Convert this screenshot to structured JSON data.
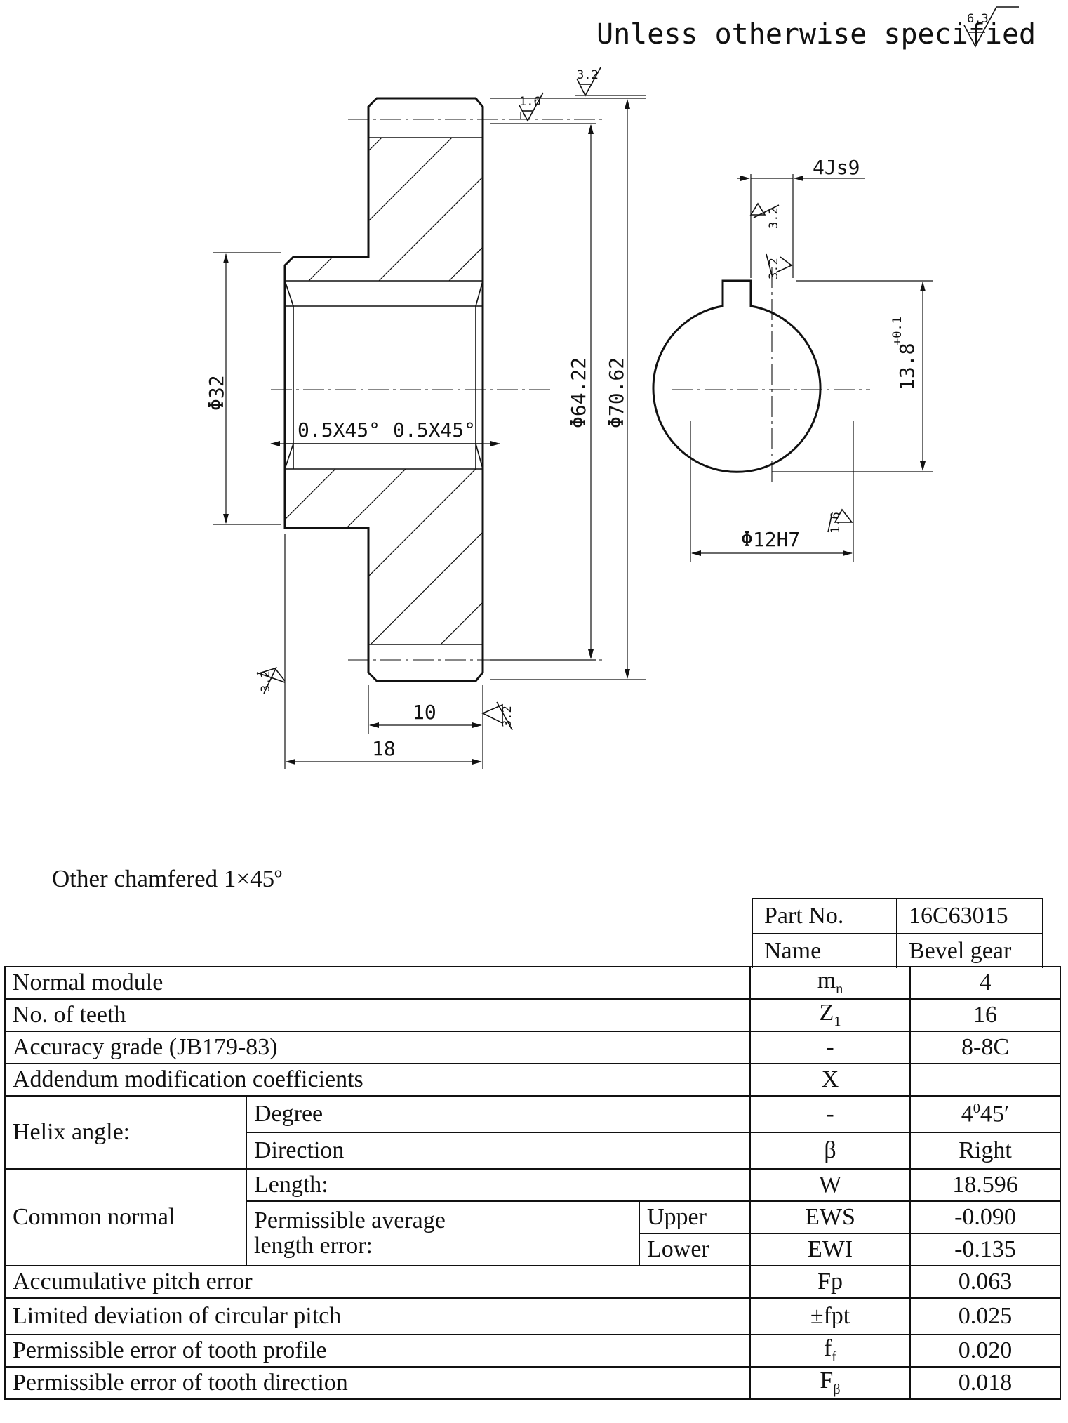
{
  "drawing": {
    "title_note": "Unless otherwise specified",
    "general_roughness": "6.3",
    "roughness": {
      "top_a": "3.2",
      "top_b": "1.6",
      "left_bottom": "3.2",
      "bottom_face": "3.2",
      "keyway_top": "3.2",
      "keyway_side": "3.2",
      "bore": "1.6"
    },
    "dimensions": {
      "hub_diameter": "Φ32",
      "root_diameter": "Φ64.22",
      "tip_diameter": "Φ70.62",
      "chamfer_left": "0.5X45°",
      "chamfer_right": "0.5X45°",
      "web_width": "10",
      "total_width": "18",
      "key_width": "4Js9",
      "key_depth": "13.8",
      "key_depth_tol": "+0.1",
      "bore_diameter": "Φ12H7"
    },
    "note": "Other chamfered 1×45º"
  },
  "part_table": {
    "rows": [
      [
        "Part No.",
        "16C63015"
      ],
      [
        "Name",
        "Bevel gear"
      ]
    ]
  },
  "spec_table": {
    "normal_module": {
      "label": "Normal module",
      "sym": "m",
      "sym_sub": "n",
      "value": "4"
    },
    "teeth": {
      "label": "No. of teeth",
      "sym": "Z",
      "sym_sub": "1",
      "value": "16"
    },
    "accuracy": {
      "label": "Accuracy grade (JB179-83)",
      "sym": "-",
      "value": "8-8C"
    },
    "addendum": {
      "label": "Addendum modification coefficients",
      "sym": "X",
      "value": ""
    },
    "helix": {
      "label": "Helix angle:",
      "degree": {
        "label": "Degree",
        "sym": "-",
        "value_main": "4",
        "value_sup": "0",
        "value_rest": "45′"
      },
      "direction": {
        "label": "Direction",
        "sym": "β",
        "value": "Right"
      }
    },
    "common_normal": {
      "label": "Common normal",
      "length": {
        "label": "Length:",
        "sym": "W",
        "value": "18.596"
      },
      "error_label_1": "Permissible average",
      "error_label_2": "length error:",
      "upper": {
        "label": "Upper",
        "sym": "EWS",
        "value": "-0.090"
      },
      "lower": {
        "label": "Lower",
        "sym": "EWI",
        "value": "-0.135"
      }
    },
    "acc_pitch": {
      "label": "Accumulative pitch error",
      "sym": "Fp",
      "value": "0.063"
    },
    "circ_pitch": {
      "label": "Limited deviation of circular pitch",
      "sym": "±fpt",
      "value": "0.025"
    },
    "profile": {
      "label": "Permissible error of tooth profile",
      "sym": "f",
      "sym_sub": "f",
      "value": "0.020"
    },
    "direction": {
      "label": "Permissible error of tooth direction",
      "sym": "F",
      "sym_sub": "β",
      "value": "0.018"
    }
  }
}
